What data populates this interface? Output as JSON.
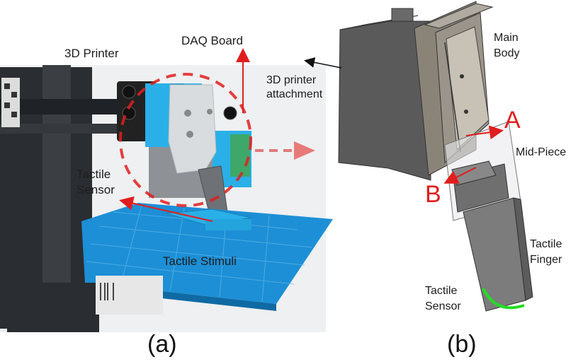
{
  "panel_a": {
    "caption": "(a)",
    "labels": {
      "printer": "3D Printer",
      "daq": "DAQ Board",
      "sensor_line1": "Tactile",
      "sensor_line2": "Sensor",
      "stimuli": "Tactile Stimuli"
    }
  },
  "panel_b": {
    "caption": "(b)",
    "labels": {
      "attach_line1": "3D printer",
      "attach_line2": "attachment",
      "main_line1": "Main",
      "main_line2": "Body",
      "mid": "Mid-Piece",
      "finger_line1": "Tactile",
      "finger_line2": "Finger",
      "sensor_line1": "Tactile",
      "sensor_line2": "Sensor",
      "marker_a": "A",
      "marker_b": "B"
    }
  },
  "colors": {
    "annotation_red": "#e01e1e",
    "bed_blue": "#1d8fd6",
    "part_blue": "#2ab0e8",
    "sensor_green": "#22dd22"
  }
}
